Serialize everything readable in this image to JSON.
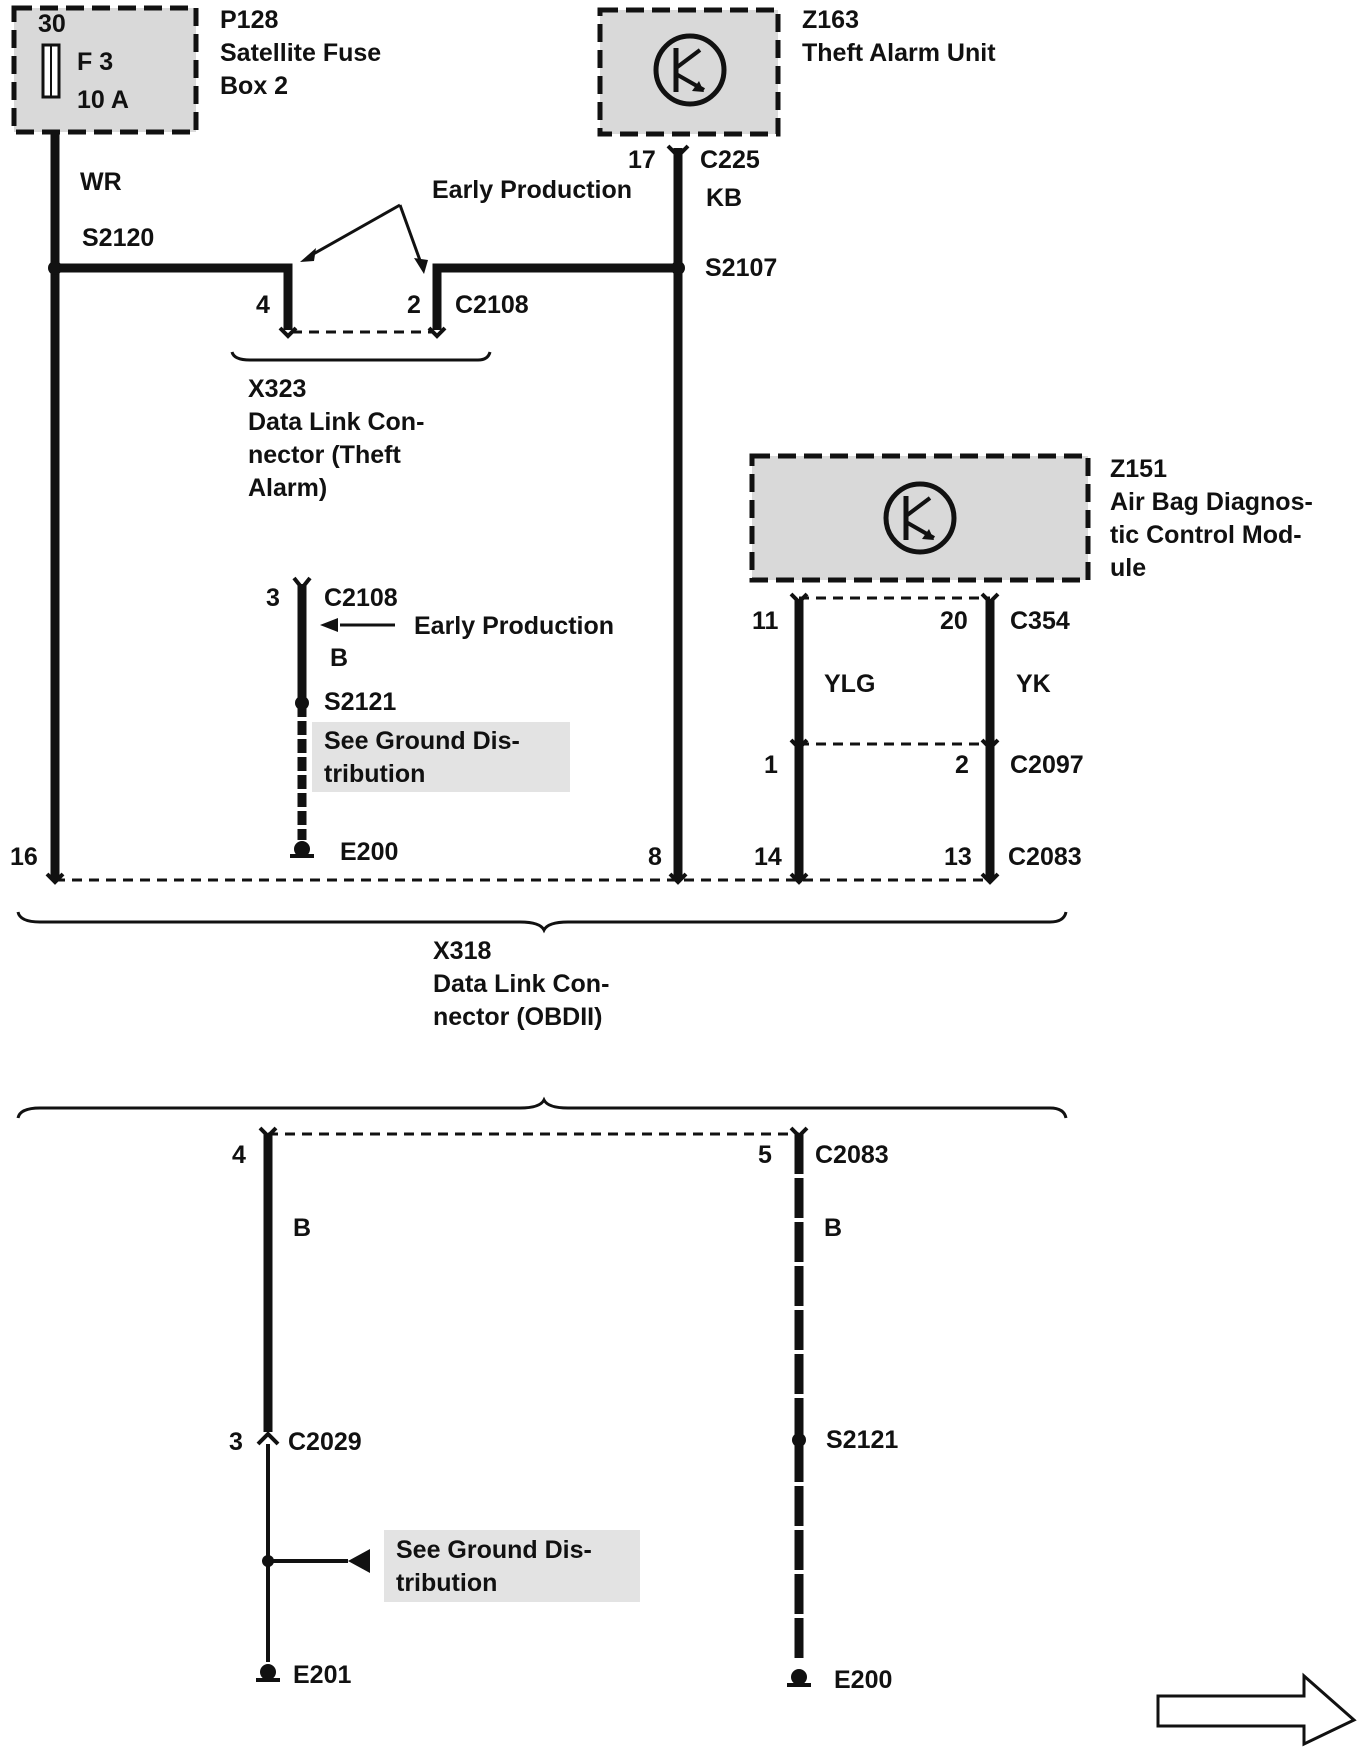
{
  "fuse_box": {
    "pin": "30",
    "fuse": "F 3",
    "rating": "10 A",
    "ref": "P128",
    "name_lines": [
      "Satellite Fuse",
      "Box 2"
    ]
  },
  "theft_alarm": {
    "ref": "Z163",
    "name": "Theft Alarm Unit",
    "pin": "17",
    "connector": "C225",
    "wire": "KB"
  },
  "wire_wr": "WR",
  "splices": {
    "s2120": "S2120",
    "s2107": "S2107",
    "s2121_top": "S2121",
    "s2121_bottom": "S2121"
  },
  "early_production": "Early Production",
  "early_production_2": "Early Production",
  "x323": {
    "pin_a": "4",
    "pin_b": "2",
    "connector": "C2108",
    "ref": "X323",
    "name_lines": [
      "Data Link Con-",
      "nector (Theft",
      "Alarm)"
    ]
  },
  "c2108_lower": {
    "pin": "3",
    "connector": "C2108",
    "wire": "B"
  },
  "see_ground_1": [
    "See Ground Dis-",
    "tribution"
  ],
  "see_ground_2": [
    "See Ground Dis-",
    "tribution"
  ],
  "airbag": {
    "ref": "Z151",
    "name_lines": [
      "Air Bag Diagnos-",
      "tic Control Mod-",
      "ule"
    ],
    "pin_a": "11",
    "pin_b": "20",
    "connector": "C354",
    "wire_a": "YLG",
    "wire_b": "YK"
  },
  "c2097": {
    "pin_a": "1",
    "pin_b": "2",
    "connector": "C2097"
  },
  "x318_pins": {
    "p16": "16",
    "p8": "8",
    "p14": "14",
    "p13": "13",
    "connector": "C2083"
  },
  "x318": {
    "ref": "X318",
    "name_lines": [
      "Data Link Con-",
      "nector (OBDII)"
    ]
  },
  "grounds": {
    "e200_top": "E200",
    "e201": "E201",
    "e200_bottom": "E200"
  },
  "lower": {
    "pin_left": "4",
    "pin_right": "5",
    "connector_right": "C2083",
    "wire_left": "B",
    "wire_right": "B",
    "c2029_pin": "3",
    "c2029": "C2029"
  },
  "icons": [
    "transistor-icon",
    "fuse-icon",
    "ground-icon",
    "arrow-right-icon"
  ]
}
